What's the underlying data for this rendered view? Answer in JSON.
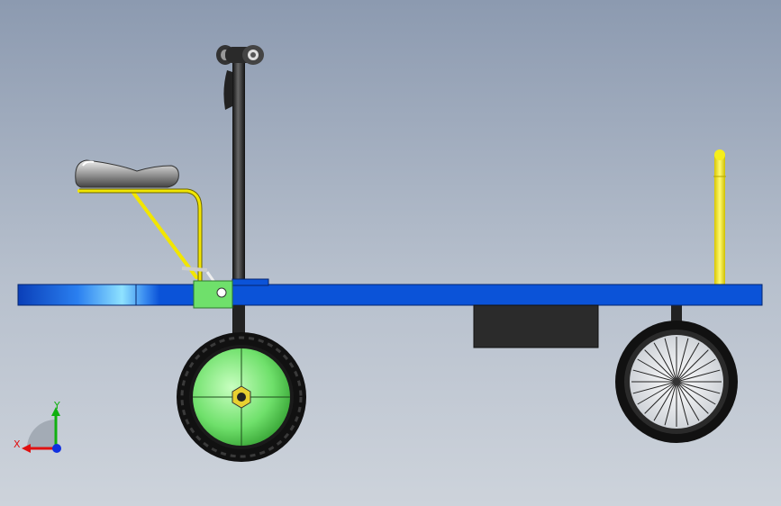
{
  "scene": {
    "type": "cad-model-side-view",
    "background_colors": [
      "#8c9ab0",
      "#cdd3db"
    ]
  },
  "colors": {
    "deck": "#0b53d8",
    "deck_highlight": "#7fd7ff",
    "hub": "#7ee87a",
    "mount_block": "#6fe06b",
    "seat_rail": "#f2e600",
    "rear_post": "#f5ee1a",
    "tire": "#111111",
    "battery_box": "#2b2b2b",
    "axis_x": "#e01010",
    "axis_y": "#10b010",
    "axis_z": "#1030e0"
  },
  "axis_triad": {
    "x_label": "X",
    "y_label": "Y"
  }
}
